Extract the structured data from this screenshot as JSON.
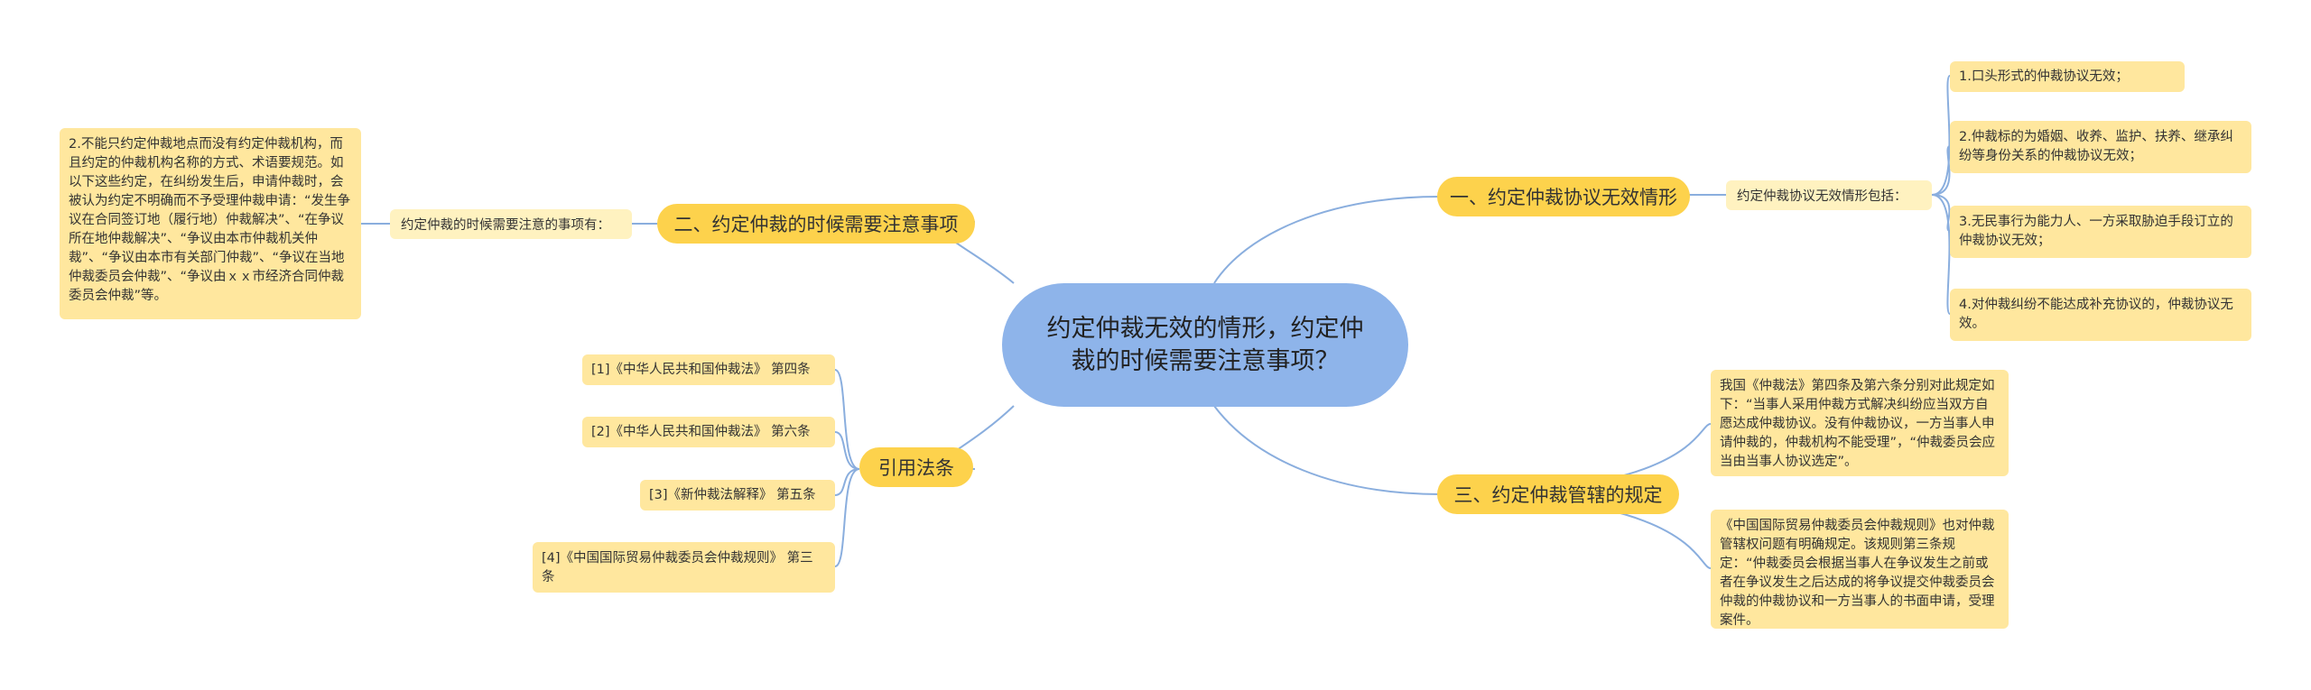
{
  "center": "约定仲裁无效的情形，约定仲裁的时候需要注意事项？",
  "branch1": {
    "title": "一、约定仲裁协议无效情形",
    "label": "约定仲裁协议无效情形包括：",
    "items": [
      "1.口头形式的仲裁协议无效；",
      "2.仲裁标的为婚姻、收养、监护、扶养、继承纠纷等身份关系的仲裁协议无效；",
      "3.无民事行为能力人、一方采取胁迫手段订立的仲裁协议无效；",
      "4.对仲裁纠纷不能达成补充协议的，仲裁协议无效。"
    ]
  },
  "branch2": {
    "title": "二、约定仲裁的时候需要注意事项",
    "label": "约定仲裁的时候需要注意的事项有：",
    "items": [
      "2.不能只约定仲裁地点而没有约定仲裁机构，而且约定的仲裁机构名称的方式、术语要规范。如以下这些约定，在纠纷发生后，申请仲裁时，会被认为约定不明确而不予受理仲裁申请：“发生争议在合同签订地（履行地）仲裁解决”、“在争议所在地仲裁解决”、“争议由本市仲裁机关仲裁”、“争议由本市有关部门仲裁”、“争议在当地仲裁委员会仲裁”、“争议由ｘｘ市经济合同仲裁委员会仲裁”等。"
    ]
  },
  "branch3": {
    "title": "三、约定仲裁管辖的规定",
    "items": [
      "我国《仲裁法》第四条及第六条分别对此规定如下：“当事人采用仲裁方式解决纠纷应当双方自愿达成仲裁协议。没有仲裁协议，一方当事人申请仲裁的，仲裁机构不能受理”，“仲裁委员会应当由当事人协议选定”。",
      "《中国国际贸易仲裁委员会仲裁规则》也对仲裁管辖权问题有明确规定。该规则第三条规定：“仲裁委员会根据当事人在争议发生之前或者在争议发生之后达成的将争议提交仲裁委员会仲裁的仲裁协议和一方当事人的书面申请，受理案件。"
    ]
  },
  "branch4": {
    "title": "引用法条",
    "items": [
      "[1]《中华人民共和国仲裁法》 第四条",
      "[2]《中华人民共和国仲裁法》 第六条",
      "[3]《新仲裁法解释》 第五条",
      "[4]《中国国际贸易仲裁委员会仲裁规则》 第三条"
    ]
  },
  "colors": {
    "center": "#8eb4ea",
    "branch": "#fdd24c",
    "label": "#fff2c0",
    "leaf": "#ffe79e",
    "link": "#8aaede"
  }
}
